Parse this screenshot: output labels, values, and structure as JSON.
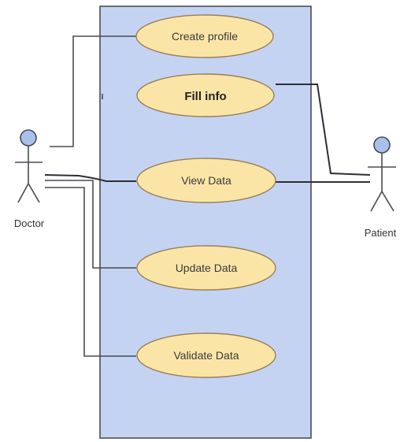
{
  "diagram": {
    "colors": {
      "system_fill": "#c5d3f3",
      "system_stroke": "#4d4d55",
      "usecase_fill": "#fbe5a6",
      "usecase_stroke": "#9a8055",
      "actor_head_fill": "#aac0ec",
      "line": "#4a4a52"
    },
    "actors": {
      "doctor": {
        "label": "Doctor"
      },
      "patient": {
        "label": "Patient"
      }
    },
    "use_cases": {
      "create_profile": "Create profile",
      "fill_info": "Fill info",
      "view_data": "View Data",
      "update_data": "Update Data",
      "validate_data": "Validate Data"
    }
  }
}
